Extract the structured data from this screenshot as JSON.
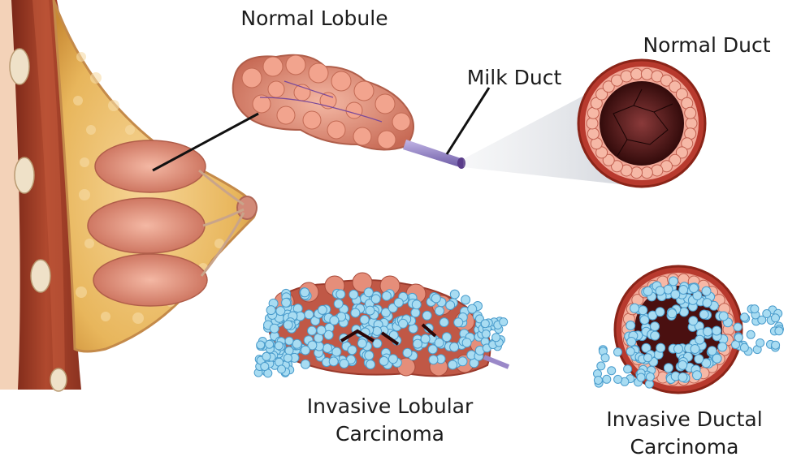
{
  "labels": {
    "normal_lobule": "Normal Lobule",
    "milk_duct": "Milk Duct",
    "normal_duct": "Normal Duct",
    "invasive_lobular": [
      "Invasive Lobular",
      "Carcinoma"
    ],
    "invasive_ductal": [
      "Invasive Ductal",
      "Carcinoma"
    ]
  },
  "colors": {
    "muscle": "#a0402a",
    "fat": "#e8b65c",
    "tissue_pink": "#d9846e",
    "cell_pink": "#f0a898",
    "duct_lumen": "#4a1010",
    "duct_tube": "#9a88c8",
    "cancer_cell": "#9fd4ee",
    "leader_line": "#111111"
  }
}
